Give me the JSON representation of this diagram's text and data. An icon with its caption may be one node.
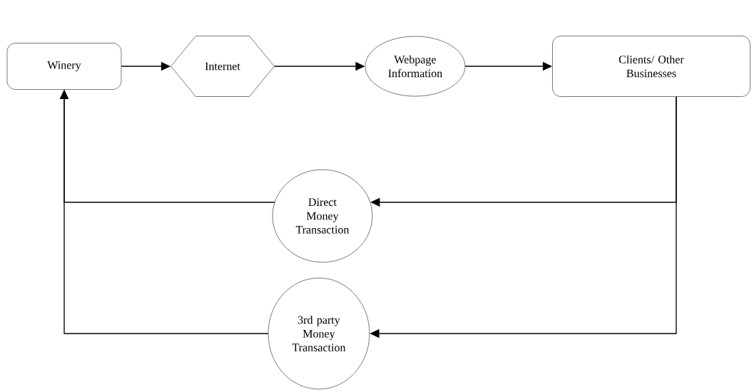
{
  "diagram": {
    "nodes": [
      {
        "text": [
          "Winery"
        ]
      },
      {
        "text": [
          "Internet"
        ]
      },
      {
        "text": [
          "Webpage Information"
        ]
      },
      {
        "text": [
          "Clients/ Other Businesses"
        ]
      },
      {
        "text": [
          "Direct Money Transaction"
        ]
      },
      {
        "text": [
          "3rd party Money Transaction"
        ]
      }
    ],
    "edges": [
      {
        "from": 0,
        "to": 1,
        "arrow": "to"
      },
      {
        "from": 1,
        "to": 2,
        "arrow": "to"
      },
      {
        "from": 2,
        "to": 3,
        "arrow": "to"
      },
      {
        "from": 3,
        "to": 4,
        "arrow": "to"
      },
      {
        "from": 3,
        "to": 5,
        "arrow": "to"
      },
      {
        "from": 4,
        "to": 0,
        "arrow": "to"
      },
      {
        "from": 5,
        "to": 0,
        "arrow": "to"
      }
    ]
  }
}
